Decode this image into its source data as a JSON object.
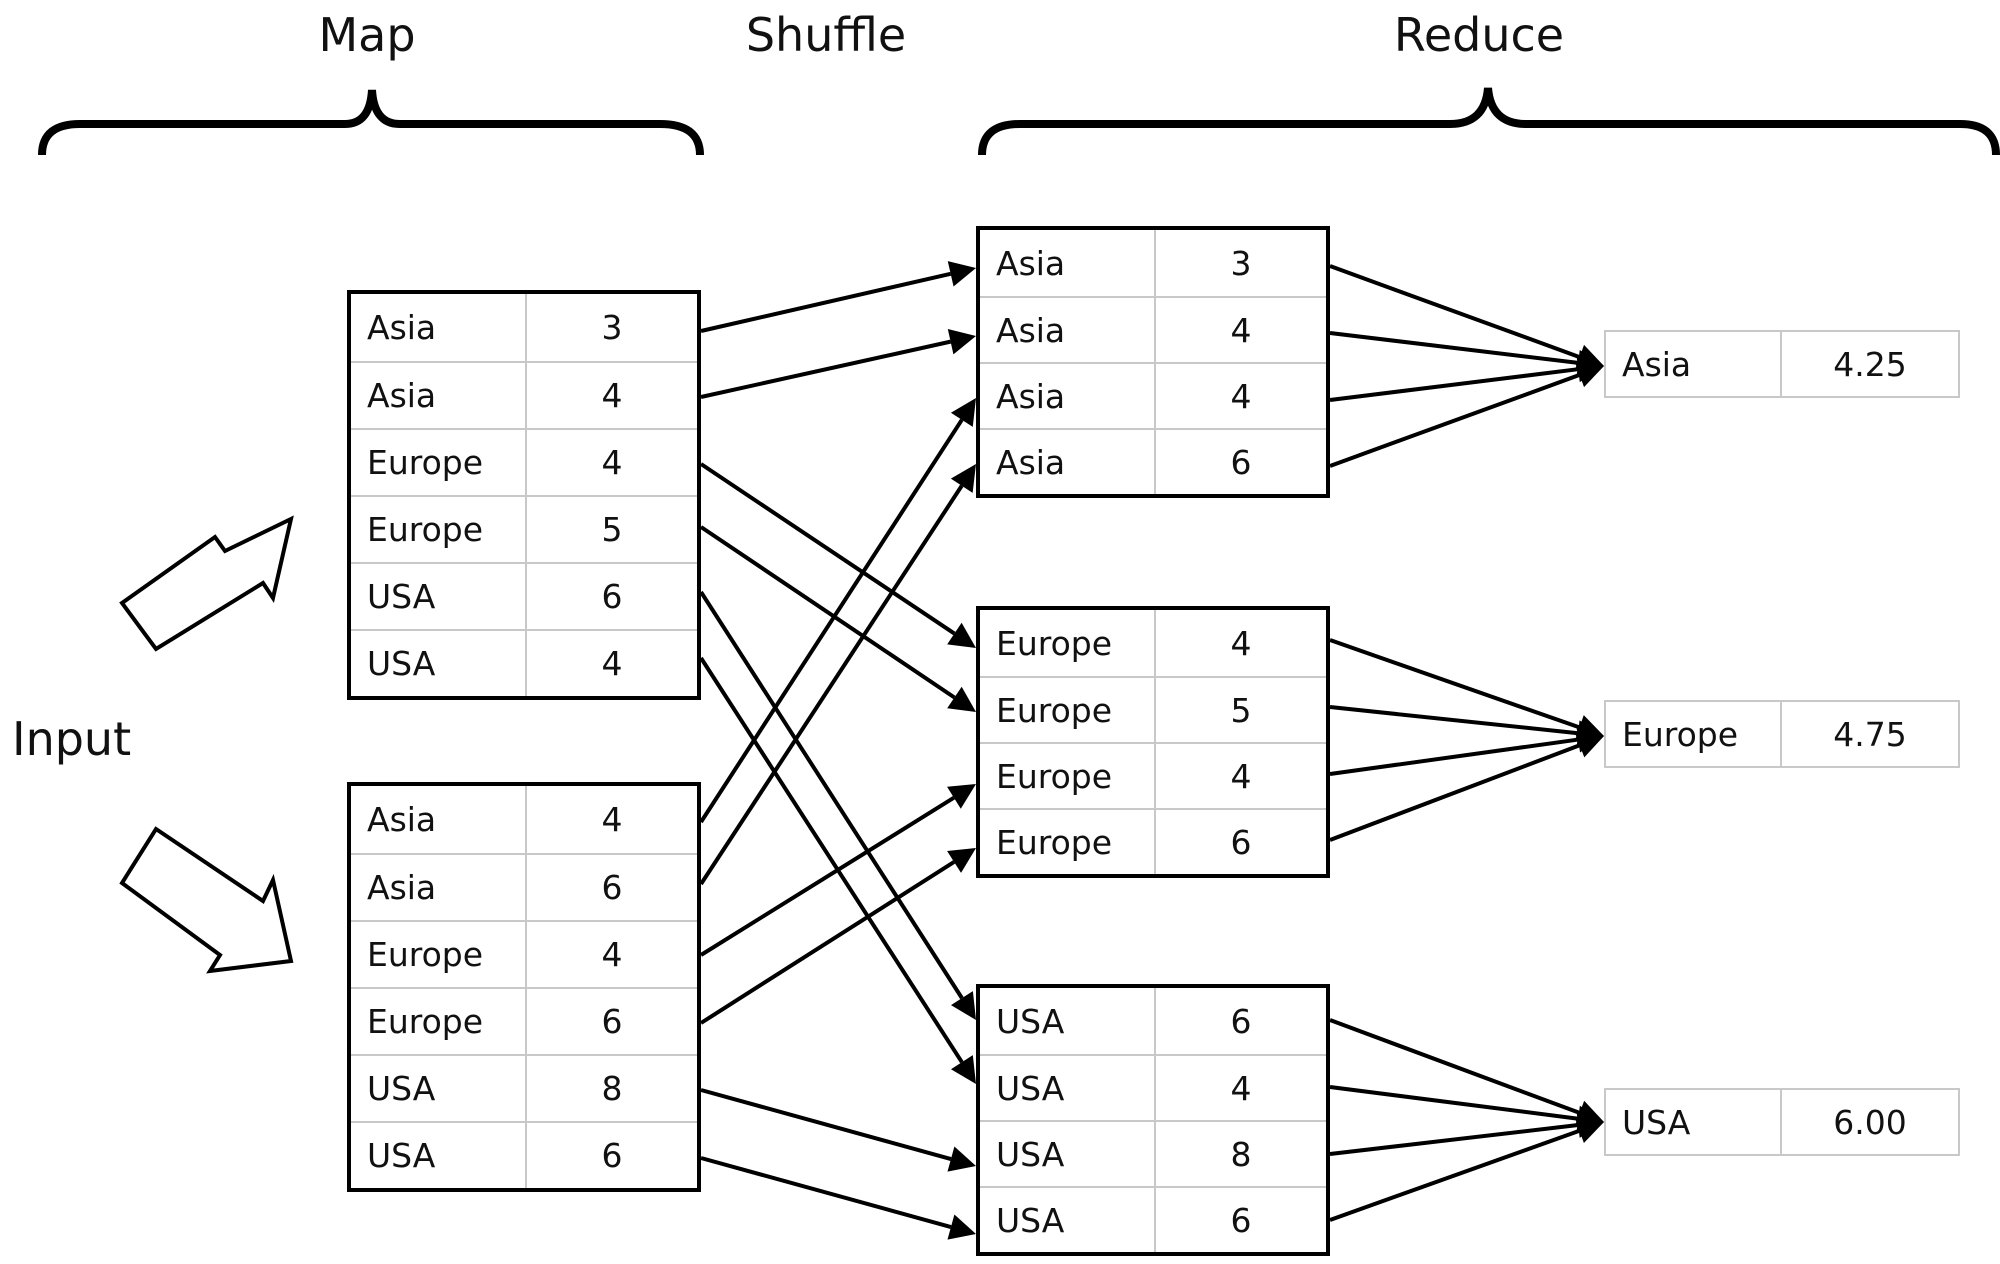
{
  "stages": {
    "map": "Map",
    "shuffle": "Shuffle",
    "reduce": "Reduce",
    "input": "Input"
  },
  "map_tables": [
    [
      {
        "key": "Asia",
        "value": "3"
      },
      {
        "key": "Asia",
        "value": "4"
      },
      {
        "key": "Europe",
        "value": "4"
      },
      {
        "key": "Europe",
        "value": "5"
      },
      {
        "key": "USA",
        "value": "6"
      },
      {
        "key": "USA",
        "value": "4"
      }
    ],
    [
      {
        "key": "Asia",
        "value": "4"
      },
      {
        "key": "Asia",
        "value": "6"
      },
      {
        "key": "Europe",
        "value": "4"
      },
      {
        "key": "Europe",
        "value": "6"
      },
      {
        "key": "USA",
        "value": "8"
      },
      {
        "key": "USA",
        "value": "6"
      }
    ]
  ],
  "shuffle_tables": [
    [
      {
        "key": "Asia",
        "value": "3"
      },
      {
        "key": "Asia",
        "value": "4"
      },
      {
        "key": "Asia",
        "value": "4"
      },
      {
        "key": "Asia",
        "value": "6"
      }
    ],
    [
      {
        "key": "Europe",
        "value": "4"
      },
      {
        "key": "Europe",
        "value": "5"
      },
      {
        "key": "Europe",
        "value": "4"
      },
      {
        "key": "Europe",
        "value": "6"
      }
    ],
    [
      {
        "key": "USA",
        "value": "6"
      },
      {
        "key": "USA",
        "value": "4"
      },
      {
        "key": "USA",
        "value": "8"
      },
      {
        "key": "USA",
        "value": "6"
      }
    ]
  ],
  "results": [
    {
      "key": "Asia",
      "value": "4.25"
    },
    {
      "key": "Europe",
      "value": "4.75"
    },
    {
      "key": "USA",
      "value": "6.00"
    }
  ]
}
